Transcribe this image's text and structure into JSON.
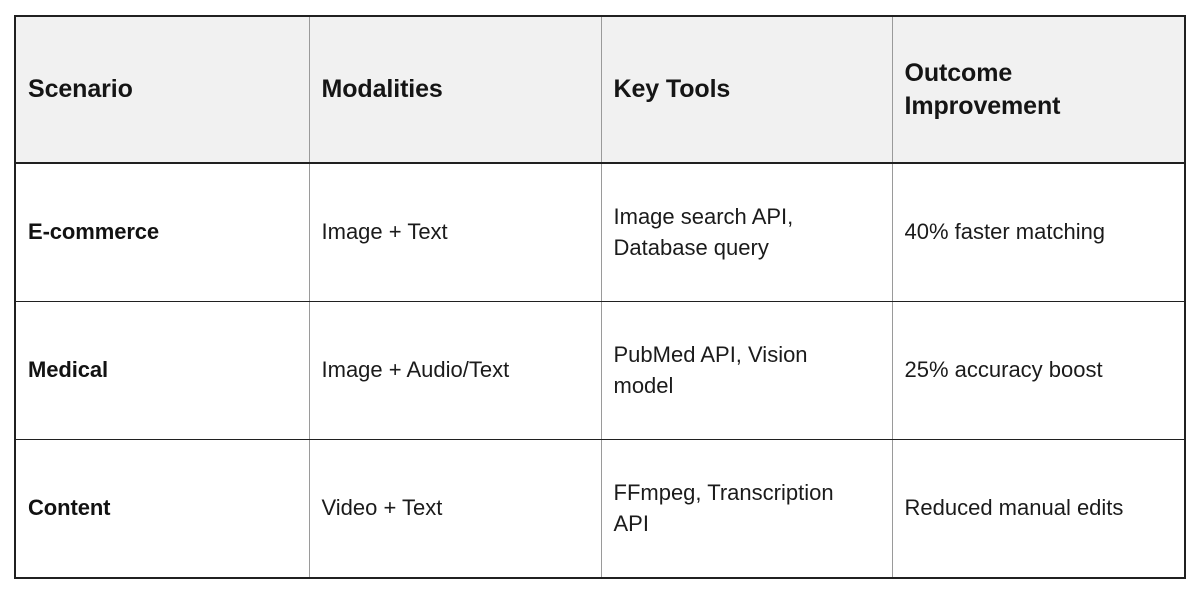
{
  "page": {
    "background_color": "#ffffff",
    "text_color": "#1b1b1b"
  },
  "table": {
    "name": "multimodal-scenarios-table",
    "header_background": "#f1f1f1",
    "border_color": "#202020",
    "inner_border_color": "#9a9a9a",
    "columns": [
      {
        "key": "scenario",
        "label": "Scenario",
        "lines": [
          "Scenario"
        ]
      },
      {
        "key": "modalities",
        "label": "Modalities",
        "lines": [
          "Modalities"
        ]
      },
      {
        "key": "key_tools",
        "label": "Key Tools",
        "lines": [
          "Key Tools"
        ]
      },
      {
        "key": "outcome_improvement",
        "label": "Outcome Improvement",
        "lines": [
          "Outcome",
          "Improvement"
        ]
      }
    ],
    "rows": [
      {
        "scenario": "E-commerce",
        "modalities": "Image + Text",
        "key_tools_lines": [
          "Image search API,",
          "Database query"
        ],
        "key_tools": "Image search API, Database query",
        "outcome_improvement": "40% faster matching"
      },
      {
        "scenario": "Medical",
        "modalities": "Image + Audio/Text",
        "key_tools_lines": [
          "PubMed API, Vision",
          "model"
        ],
        "key_tools": "PubMed API, Vision model",
        "outcome_improvement": "25% accuracy boost"
      },
      {
        "scenario": "Content",
        "modalities": "Video + Text",
        "key_tools_lines": [
          "FFmpeg, Transcription",
          "API"
        ],
        "key_tools": "FFmpeg, Transcription API",
        "outcome_improvement": "Reduced manual edits"
      }
    ]
  }
}
